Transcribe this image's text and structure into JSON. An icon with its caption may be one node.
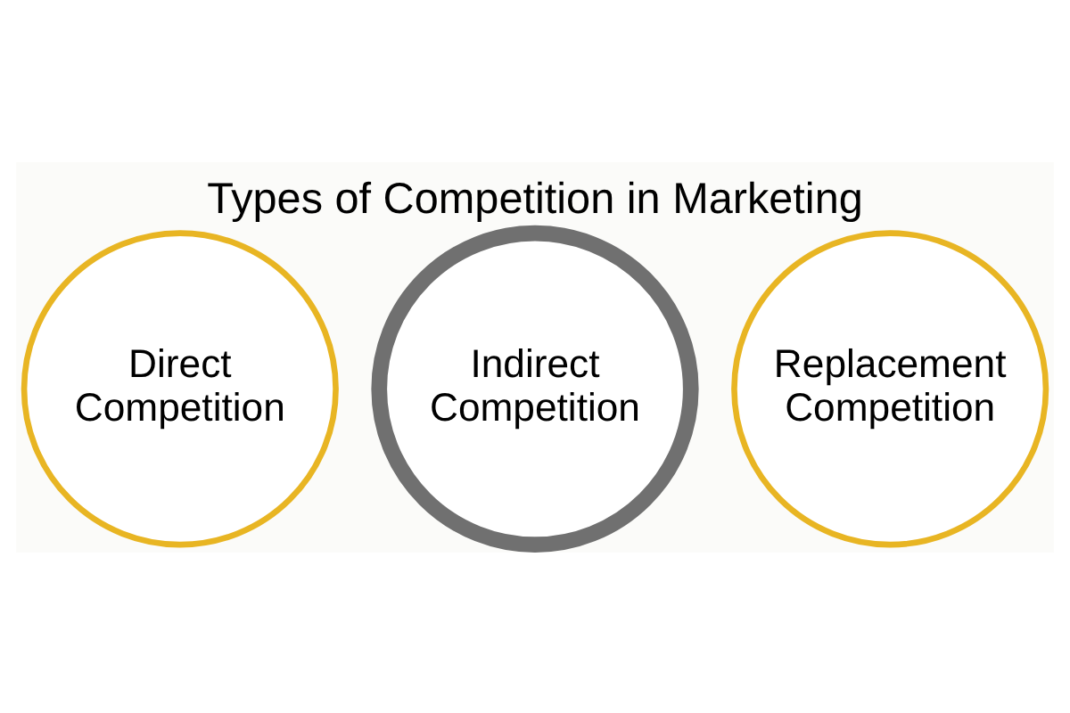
{
  "diagram": {
    "title": "Types of Competition in Marketing",
    "nodes": [
      {
        "text": [
          "Direct Competition"
        ]
      },
      {
        "text": [
          "Indirect Competition"
        ]
      },
      {
        "text": [
          "Replacement Competition"
        ]
      }
    ]
  }
}
